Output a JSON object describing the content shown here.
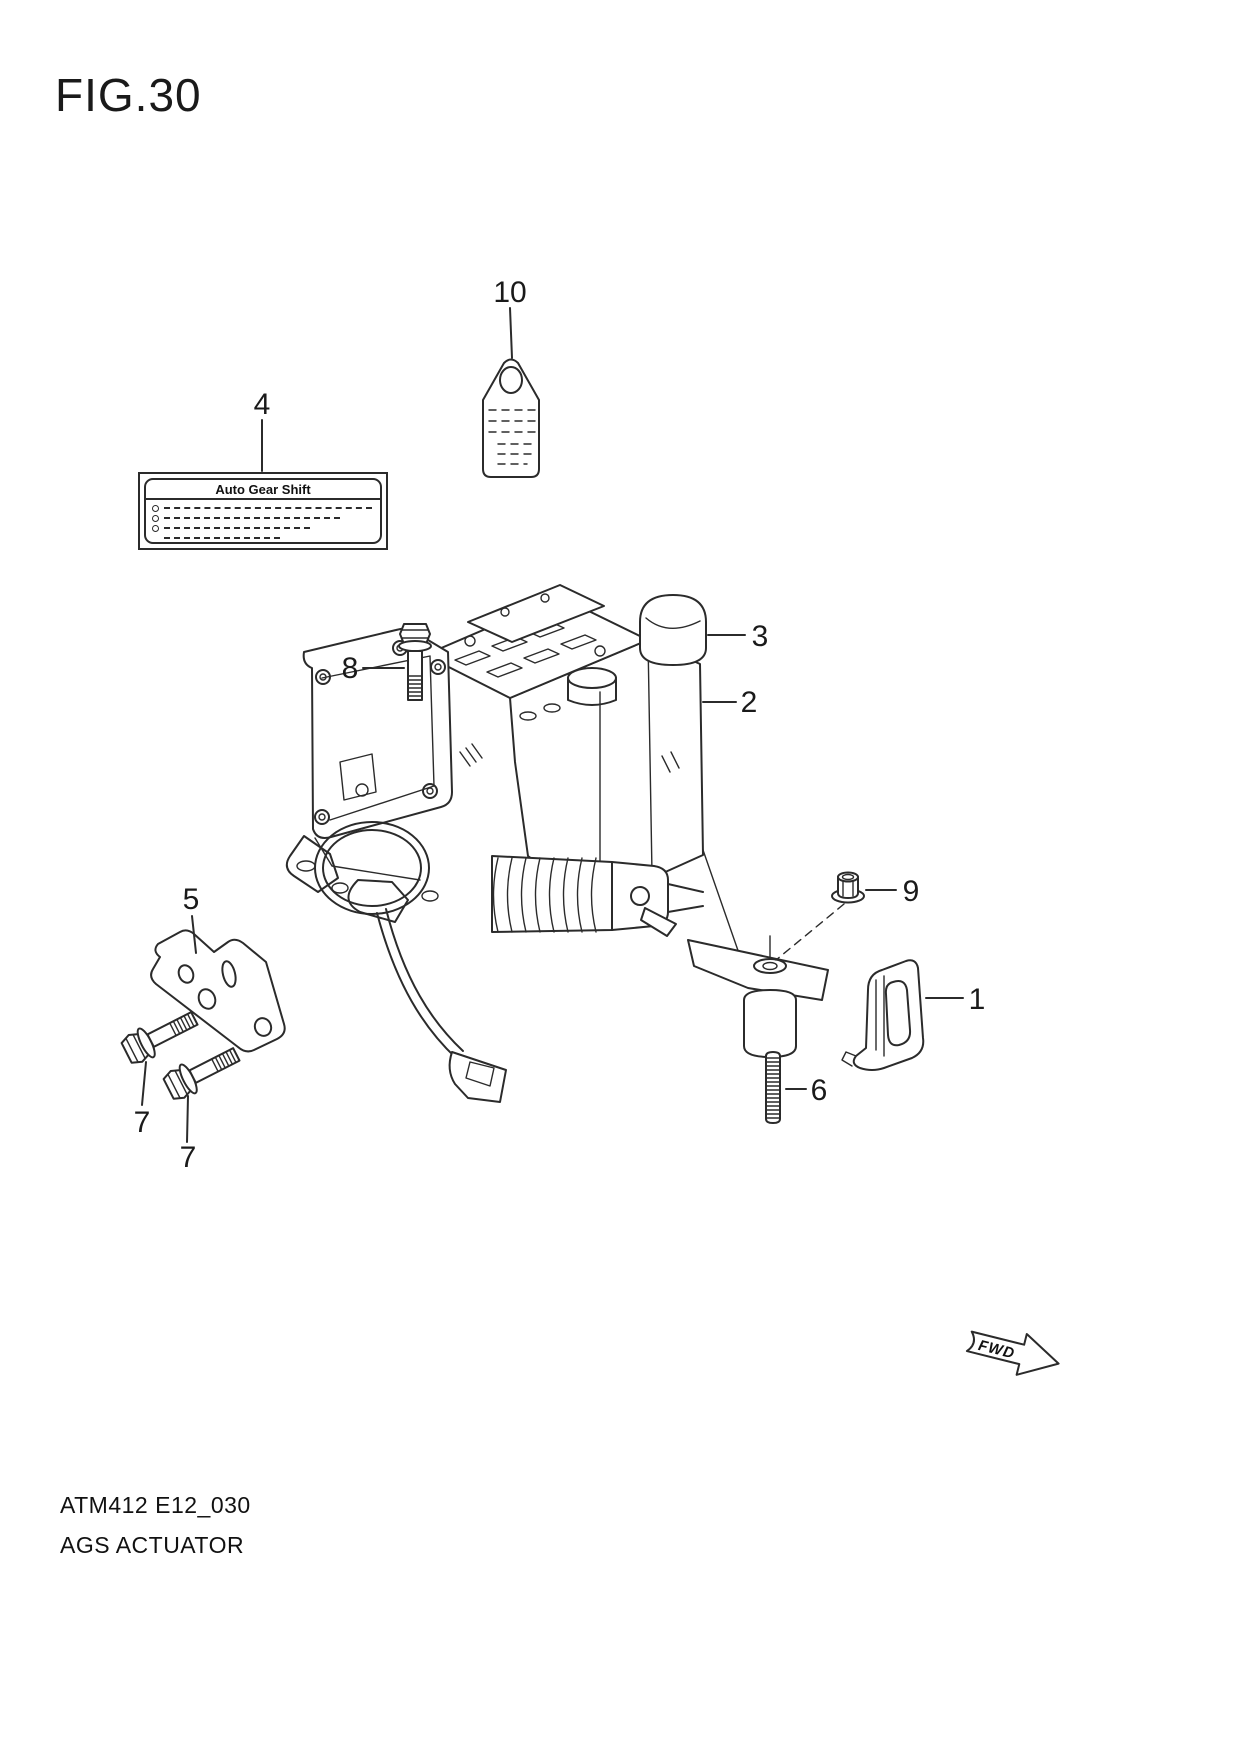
{
  "page": {
    "title": "FIG.30"
  },
  "footer": {
    "code": "ATM412 E12_030",
    "name": "AGS ACTUATOR"
  },
  "label_plate": {
    "title": "Auto Gear Shift"
  },
  "fwd": {
    "label": "FWD"
  },
  "callouts": {
    "c1": "1",
    "c2": "2",
    "c3": "3",
    "c4": "4",
    "c5": "5",
    "c6": "6",
    "c7a": "7",
    "c7b": "7",
    "c8": "8",
    "c9": "9",
    "c10": "10"
  },
  "colors": {
    "line": "#2b2b2b",
    "background": "#ffffff"
  }
}
